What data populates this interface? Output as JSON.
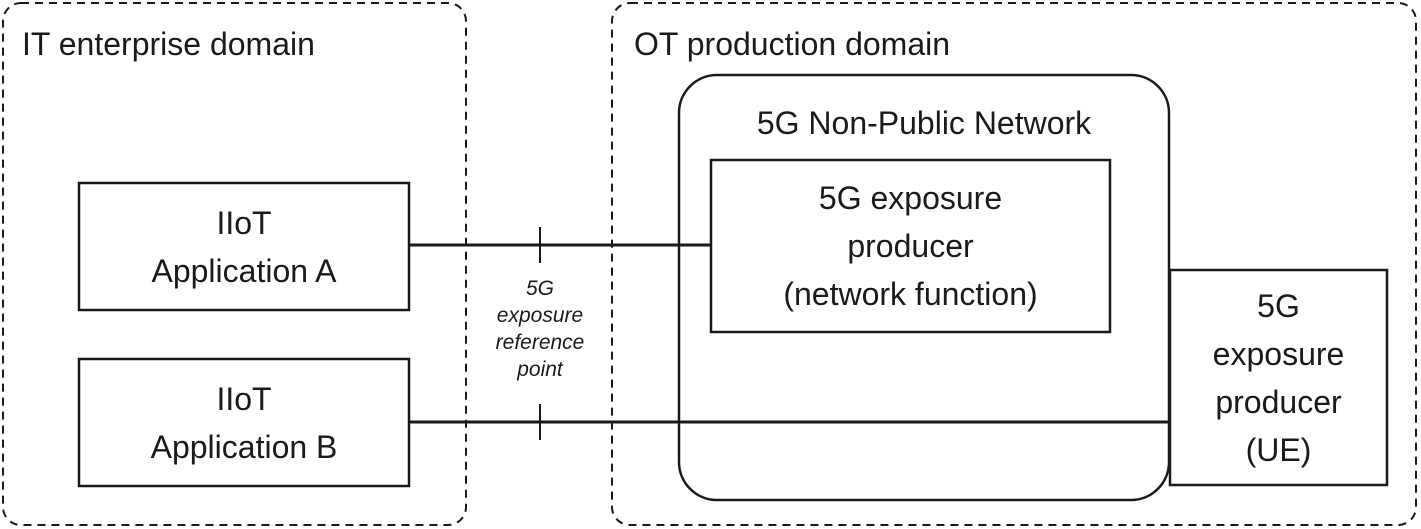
{
  "it_domain": {
    "title": "IT enterprise domain"
  },
  "ot_domain": {
    "title": "OT production domain"
  },
  "npn": {
    "title": "5G Non-Public Network"
  },
  "app_a": {
    "lines": [
      "IIoT",
      "Application A"
    ]
  },
  "app_b": {
    "lines": [
      "IIoT",
      "Application B"
    ]
  },
  "producer_nf": {
    "lines": [
      "5G exposure",
      "producer",
      "(network function)"
    ]
  },
  "producer_ue": {
    "lines": [
      "5G",
      "exposure",
      "producer",
      "(UE)"
    ]
  },
  "reference_point": {
    "lines": [
      "5G",
      "exposure",
      "reference",
      "point"
    ]
  },
  "colors": {
    "stroke": "#1a1a1a",
    "background": "#ffffff"
  }
}
